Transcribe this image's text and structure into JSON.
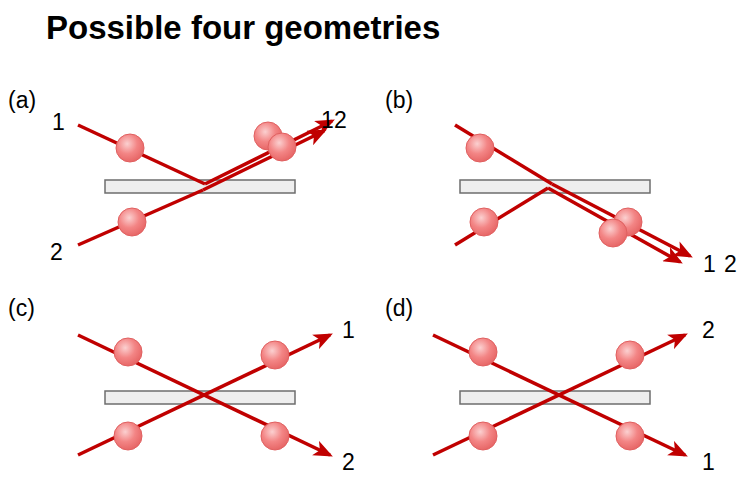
{
  "diagram": {
    "title": "Possible four geometries",
    "labels": [
      "(a)",
      "(b)",
      "1",
      "1",
      "2",
      "2",
      "1",
      "2",
      "(c)",
      "(d)",
      "1",
      "2",
      "2",
      "1"
    ]
  }
}
